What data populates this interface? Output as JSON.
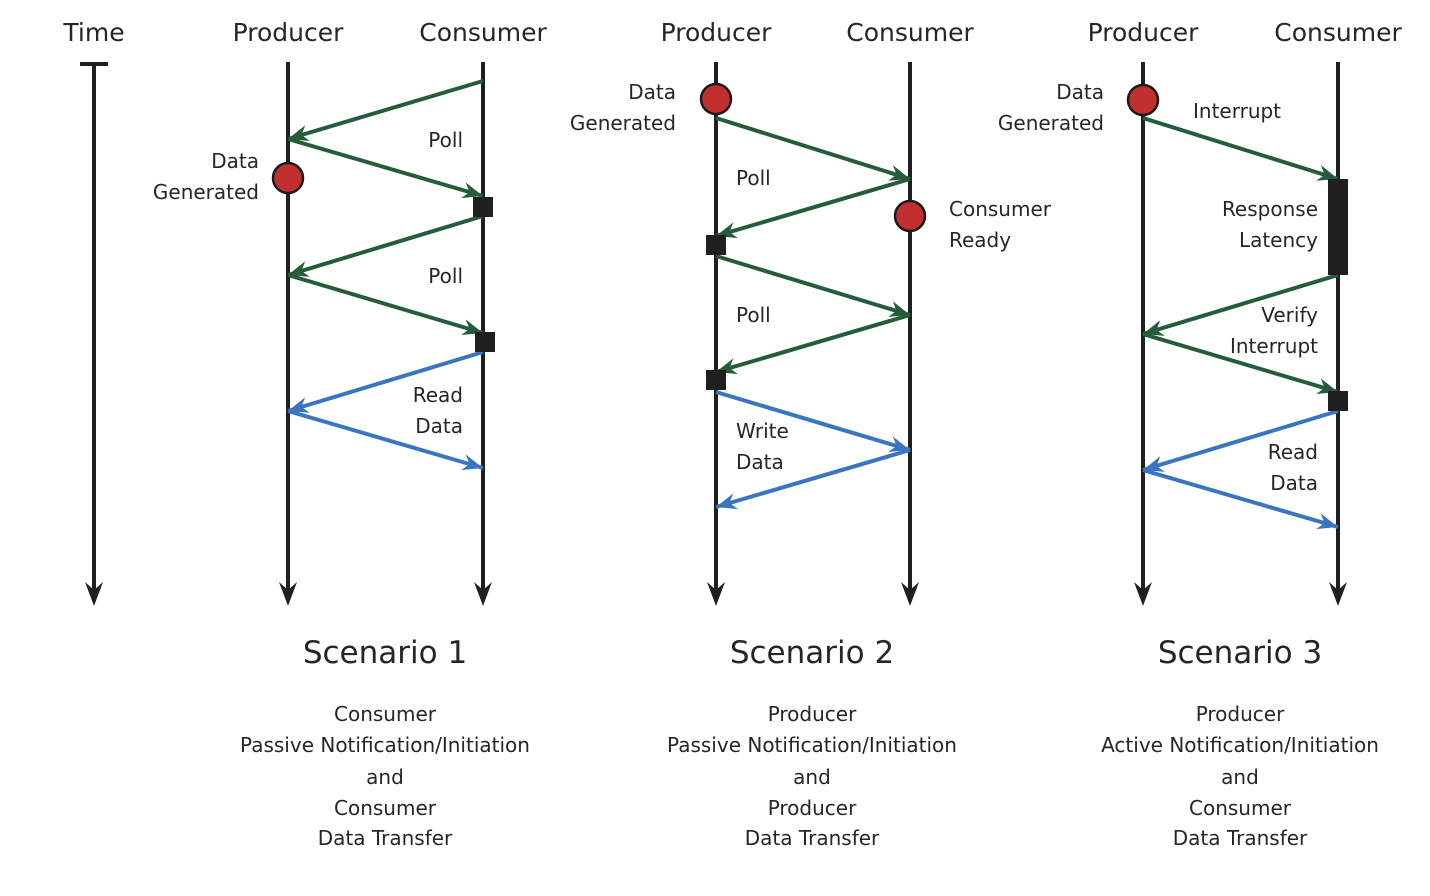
{
  "colors": {
    "lifeline": "#1f1f1f",
    "poll_arrow": "#245c3c",
    "data_arrow": "#3a76bf",
    "event_dot": "#c0302f",
    "event_dot_outline": "#1a1a1a",
    "block": "#1f1f1f",
    "text": "#262626"
  },
  "time_axis": {
    "label": "Time"
  },
  "scenarios": [
    {
      "id": "scenario-1",
      "title": "Scenario 1",
      "caption_lines": [
        "Consumer",
        "Passive Notification/Initiation",
        "and",
        "Consumer",
        "Data Transfer"
      ],
      "lifelines": {
        "left": "Producer",
        "right": "Consumer"
      },
      "events": [
        {
          "kind": "dot",
          "on": "producer",
          "label_lines": [
            "Data",
            "Generated"
          ]
        }
      ],
      "messages": [
        {
          "from": "consumer",
          "to": "producer",
          "kind": "poll",
          "label": "Poll"
        },
        {
          "from": "producer",
          "to": "consumer",
          "kind": "poll"
        },
        {
          "from": "consumer",
          "to": "producer",
          "kind": "poll",
          "label": "Poll"
        },
        {
          "from": "producer",
          "to": "consumer",
          "kind": "poll"
        },
        {
          "from": "consumer",
          "to": "producer",
          "kind": "data",
          "label_lines": [
            "Read",
            "Data"
          ]
        },
        {
          "from": "producer",
          "to": "consumer",
          "kind": "data"
        }
      ]
    },
    {
      "id": "scenario-2",
      "title": "Scenario 2",
      "caption_lines": [
        "Producer",
        "Passive Notification/Initiation",
        "and",
        "Producer",
        "Data Transfer"
      ],
      "lifelines": {
        "left": "Producer",
        "right": "Consumer"
      },
      "events": [
        {
          "kind": "dot",
          "on": "producer",
          "label_lines": [
            "Data",
            "Generated"
          ]
        },
        {
          "kind": "dot",
          "on": "consumer",
          "label_lines": [
            "Consumer",
            "Ready"
          ]
        }
      ],
      "messages": [
        {
          "from": "producer",
          "to": "consumer",
          "kind": "poll",
          "label": "Poll"
        },
        {
          "from": "consumer",
          "to": "producer",
          "kind": "poll"
        },
        {
          "from": "producer",
          "to": "consumer",
          "kind": "poll",
          "label": "Poll"
        },
        {
          "from": "consumer",
          "to": "producer",
          "kind": "poll"
        },
        {
          "from": "producer",
          "to": "consumer",
          "kind": "data",
          "label_lines": [
            "Write",
            "Data"
          ]
        },
        {
          "from": "consumer",
          "to": "producer",
          "kind": "data"
        }
      ]
    },
    {
      "id": "scenario-3",
      "title": "Scenario 3",
      "caption_lines": [
        "Producer",
        "Active Notification/Initiation",
        "and",
        "Consumer",
        "Data Transfer"
      ],
      "lifelines": {
        "left": "Producer",
        "right": "Consumer"
      },
      "events": [
        {
          "kind": "dot",
          "on": "producer",
          "label_lines": [
            "Data",
            "Generated"
          ]
        },
        {
          "kind": "block",
          "on": "consumer",
          "label_lines": [
            "Response",
            "Latency"
          ]
        }
      ],
      "messages": [
        {
          "from": "producer",
          "to": "consumer",
          "kind": "poll",
          "label": "Interrupt"
        },
        {
          "from": "consumer",
          "to": "producer",
          "kind": "poll",
          "label_lines": [
            "Verify",
            "Interrupt"
          ]
        },
        {
          "from": "producer",
          "to": "consumer",
          "kind": "poll"
        },
        {
          "from": "consumer",
          "to": "producer",
          "kind": "data",
          "label_lines": [
            "Read",
            "Data"
          ]
        },
        {
          "from": "producer",
          "to": "consumer",
          "kind": "data"
        }
      ]
    }
  ]
}
